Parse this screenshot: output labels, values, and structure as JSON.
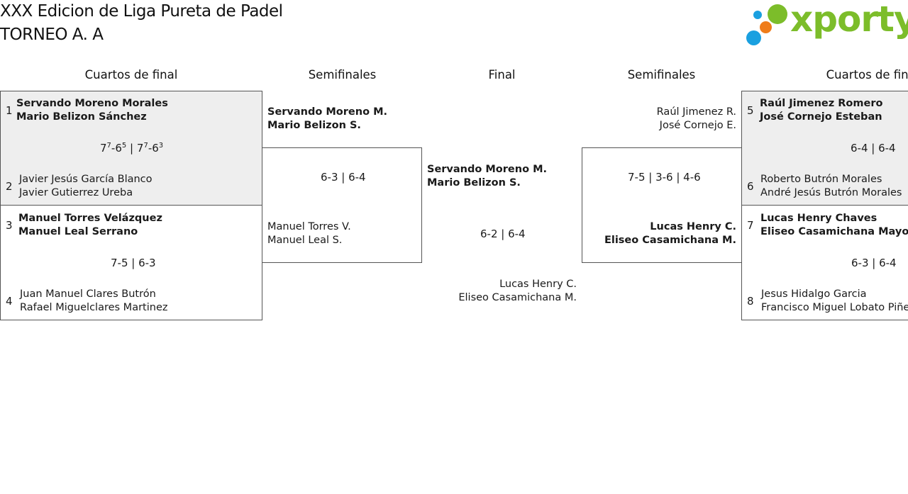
{
  "header": {
    "title_line1": "XXX Edicion de Liga Pureta de Padel",
    "title_line2": "TORNEO A. A",
    "logo_text": "xporty",
    "logo_colors": {
      "green": "#7cbd2a",
      "blue": "#1aa0e0",
      "orange": "#ef7c1a"
    }
  },
  "rounds": {
    "left_quarter": "Cuartos de final",
    "left_semi": "Semifinales",
    "final": "Final",
    "right_semi": "Semifinales",
    "right_quarter": "Cuartos de final"
  },
  "quarters": [
    {
      "top": {
        "seed": "1",
        "p1": "Servando Moreno Morales",
        "p2": "Mario Belizon Sánchez"
      },
      "score": {
        "s1a": "7",
        "s1a_tb": "7",
        "s1b": "6",
        "s1b_tb": "5",
        "s2a": "7",
        "s2a_tb": "7",
        "s2b": "6",
        "s2b_tb": "3",
        "sep": "|"
      },
      "bottom": {
        "seed": "2",
        "p1": "Javier Jesús García Blanco",
        "p2": "Javier Gutierrez Ureba"
      }
    },
    {
      "top": {
        "seed": "3",
        "p1": "Manuel Torres Velázquez",
        "p2": "Manuel Leal Serrano"
      },
      "score": "7-5 | 6-3",
      "bottom": {
        "seed": "4",
        "p1": "Juan Manuel Clares Butrón",
        "p2": "Rafael Miguelclares Martinez"
      }
    },
    {
      "top": {
        "seed": "5",
        "p1": "Raúl Jimenez Romero",
        "p2": "José Cornejo Esteban"
      },
      "score": "6-4 | 6-4",
      "bottom": {
        "seed": "6",
        "p1": "Roberto Butrón Morales",
        "p2": "André Jesús Butrón Morales"
      }
    },
    {
      "top": {
        "seed": "7",
        "p1": "Lucas Henry Chaves",
        "p2": "Eliseo Casamichana Mayo"
      },
      "score": "6-3 | 6-4",
      "bottom": {
        "seed": "8",
        "p1": "Jesus Hidalgo Garcia",
        "p2": "Francisco Miguel Lobato Piñero"
      }
    }
  ],
  "semis": {
    "left": {
      "top": {
        "p1": "Servando Moreno M.",
        "p2": "Mario Belizon S."
      },
      "score": "6-3 | 6-4",
      "bottom": {
        "p1": "Manuel Torres V.",
        "p2": "Manuel Leal S."
      }
    },
    "right": {
      "top": {
        "p1": "Raúl Jimenez R.",
        "p2": "José Cornejo E."
      },
      "score": "7-5 | 3-6 | 4-6",
      "bottom": {
        "p1": "Lucas Henry C.",
        "p2": "Eliseo Casamichana M."
      }
    }
  },
  "final": {
    "top": {
      "p1": "Servando Moreno M.",
      "p2": "Mario Belizon S."
    },
    "score": "6-2 | 6-4",
    "bottom": {
      "p1": "Lucas Henry C.",
      "p2": "Eliseo Casamichana M."
    }
  }
}
